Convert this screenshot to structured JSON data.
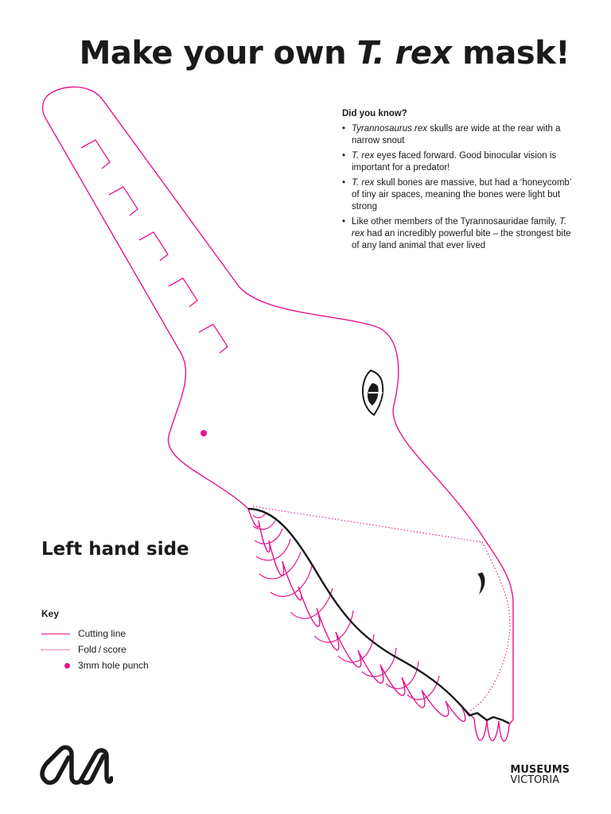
{
  "title": {
    "prefix": "Make your own ",
    "italic": "T. rex",
    "suffix": " mask!"
  },
  "did_you_know": {
    "heading": "Did you know?",
    "facts": [
      {
        "italic": "Tyrannosaurus rex",
        "text": " skulls are wide at the rear with a narrow snout"
      },
      {
        "italic": "T. rex",
        "text": " eyes faced forward. Good binocular vision is important for a predator!"
      },
      {
        "italic": "T. rex",
        "text": " skull bones are massive, but had a ‘honeycomb’ of tiny air spaces, meaning the bones were light but strong"
      },
      {
        "text_before": "Like other members of the Tyrannosauridae family, ",
        "italic": "T. rex",
        "text": " had an incredibly powerful bite – the strongest bite of any land animal that ever lived"
      }
    ]
  },
  "side_label": "Left hand side",
  "key": {
    "title": "Key",
    "items": [
      {
        "label": "Cutting line",
        "swatch": "solid-line"
      },
      {
        "label": "Fold / score",
        "swatch": "dotted-line"
      },
      {
        "label": "3mm hole punch",
        "swatch": "dot"
      }
    ]
  },
  "brand": {
    "line1": "MUSEUMS",
    "line2": "VICTORIA"
  },
  "colors": {
    "cut": "#e6158c",
    "ink": "#1a1a1a"
  },
  "icons": {
    "logo": "museums-victoria-logo-icon",
    "eye": "eye-icon",
    "nostril": "nostril-icon"
  }
}
